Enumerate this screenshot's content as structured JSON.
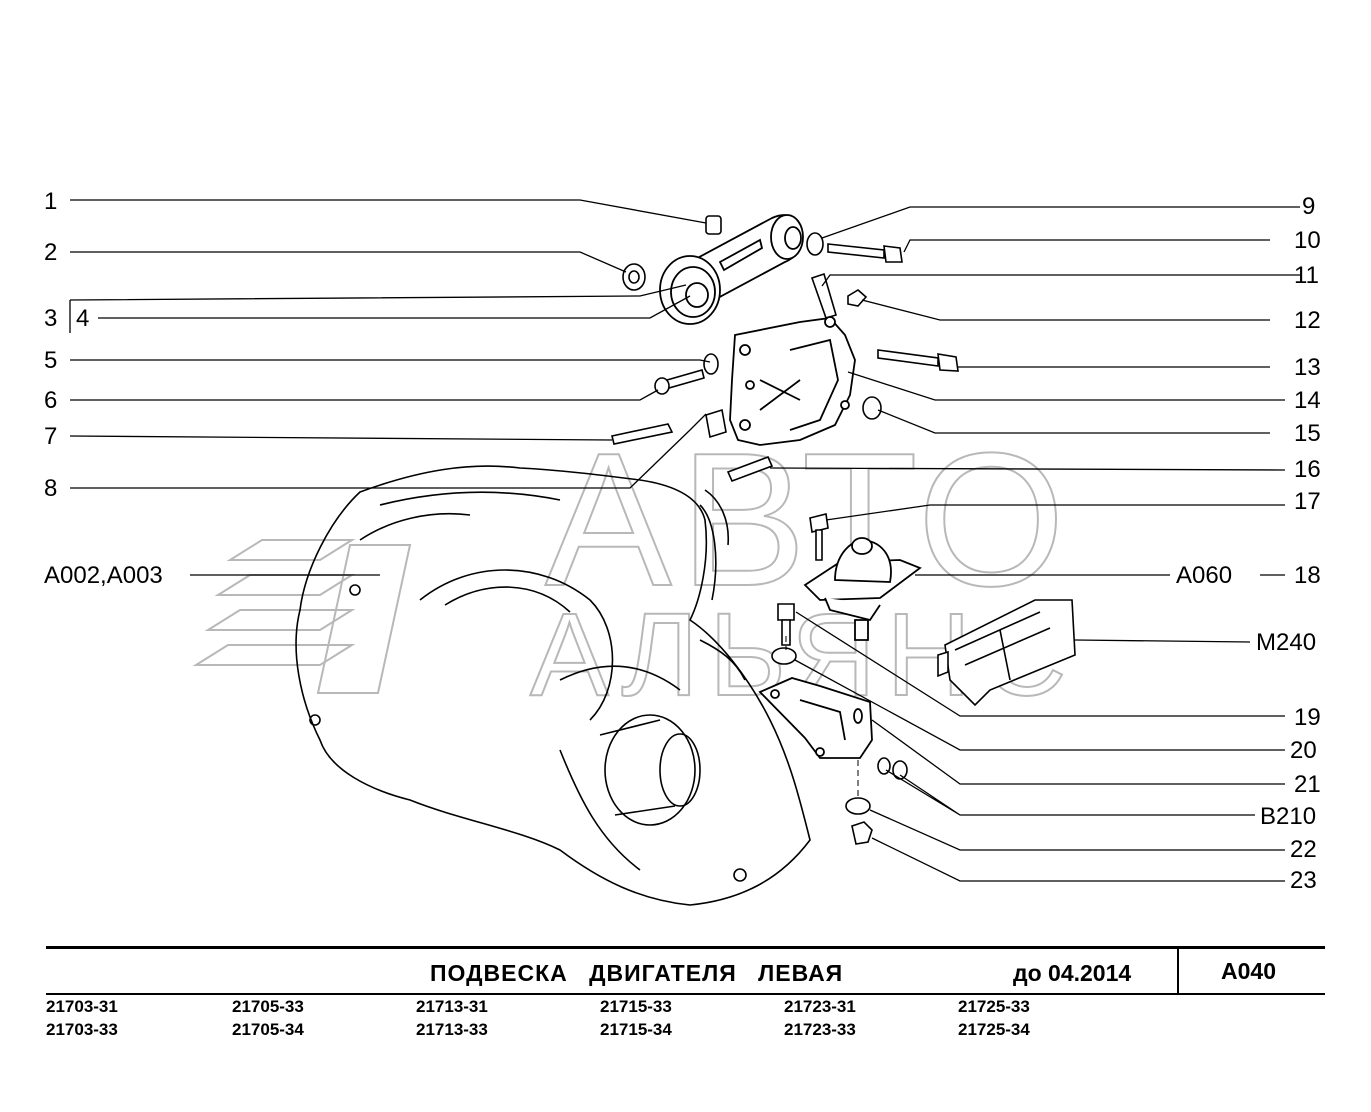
{
  "left_labels": [
    "1",
    "2",
    "3",
    "4",
    "5",
    "6",
    "7",
    "8",
    "A002,A003"
  ],
  "right_labels": [
    "9",
    "10",
    "11",
    "12",
    "13",
    "14",
    "15",
    "16",
    "17",
    "A060",
    "18",
    "M240",
    "19",
    "20",
    "21",
    "B210",
    "22",
    "23"
  ],
  "watermark": [
    "АВТО",
    "АЛЬЯНС"
  ],
  "footer": {
    "title": "ПОДВЕСКА ДВИГАТЕЛЯ ЛЕВАЯ",
    "date": "до 04.2014",
    "code": "A040"
  },
  "models": [
    [
      "21703-31",
      "21703-33"
    ],
    [
      "21705-33",
      "21705-34"
    ],
    [
      "21713-31",
      "21713-33"
    ],
    [
      "21715-33",
      "21715-34"
    ],
    [
      "21723-31",
      "21723-33"
    ],
    [
      "21725-33",
      "21725-34"
    ]
  ]
}
